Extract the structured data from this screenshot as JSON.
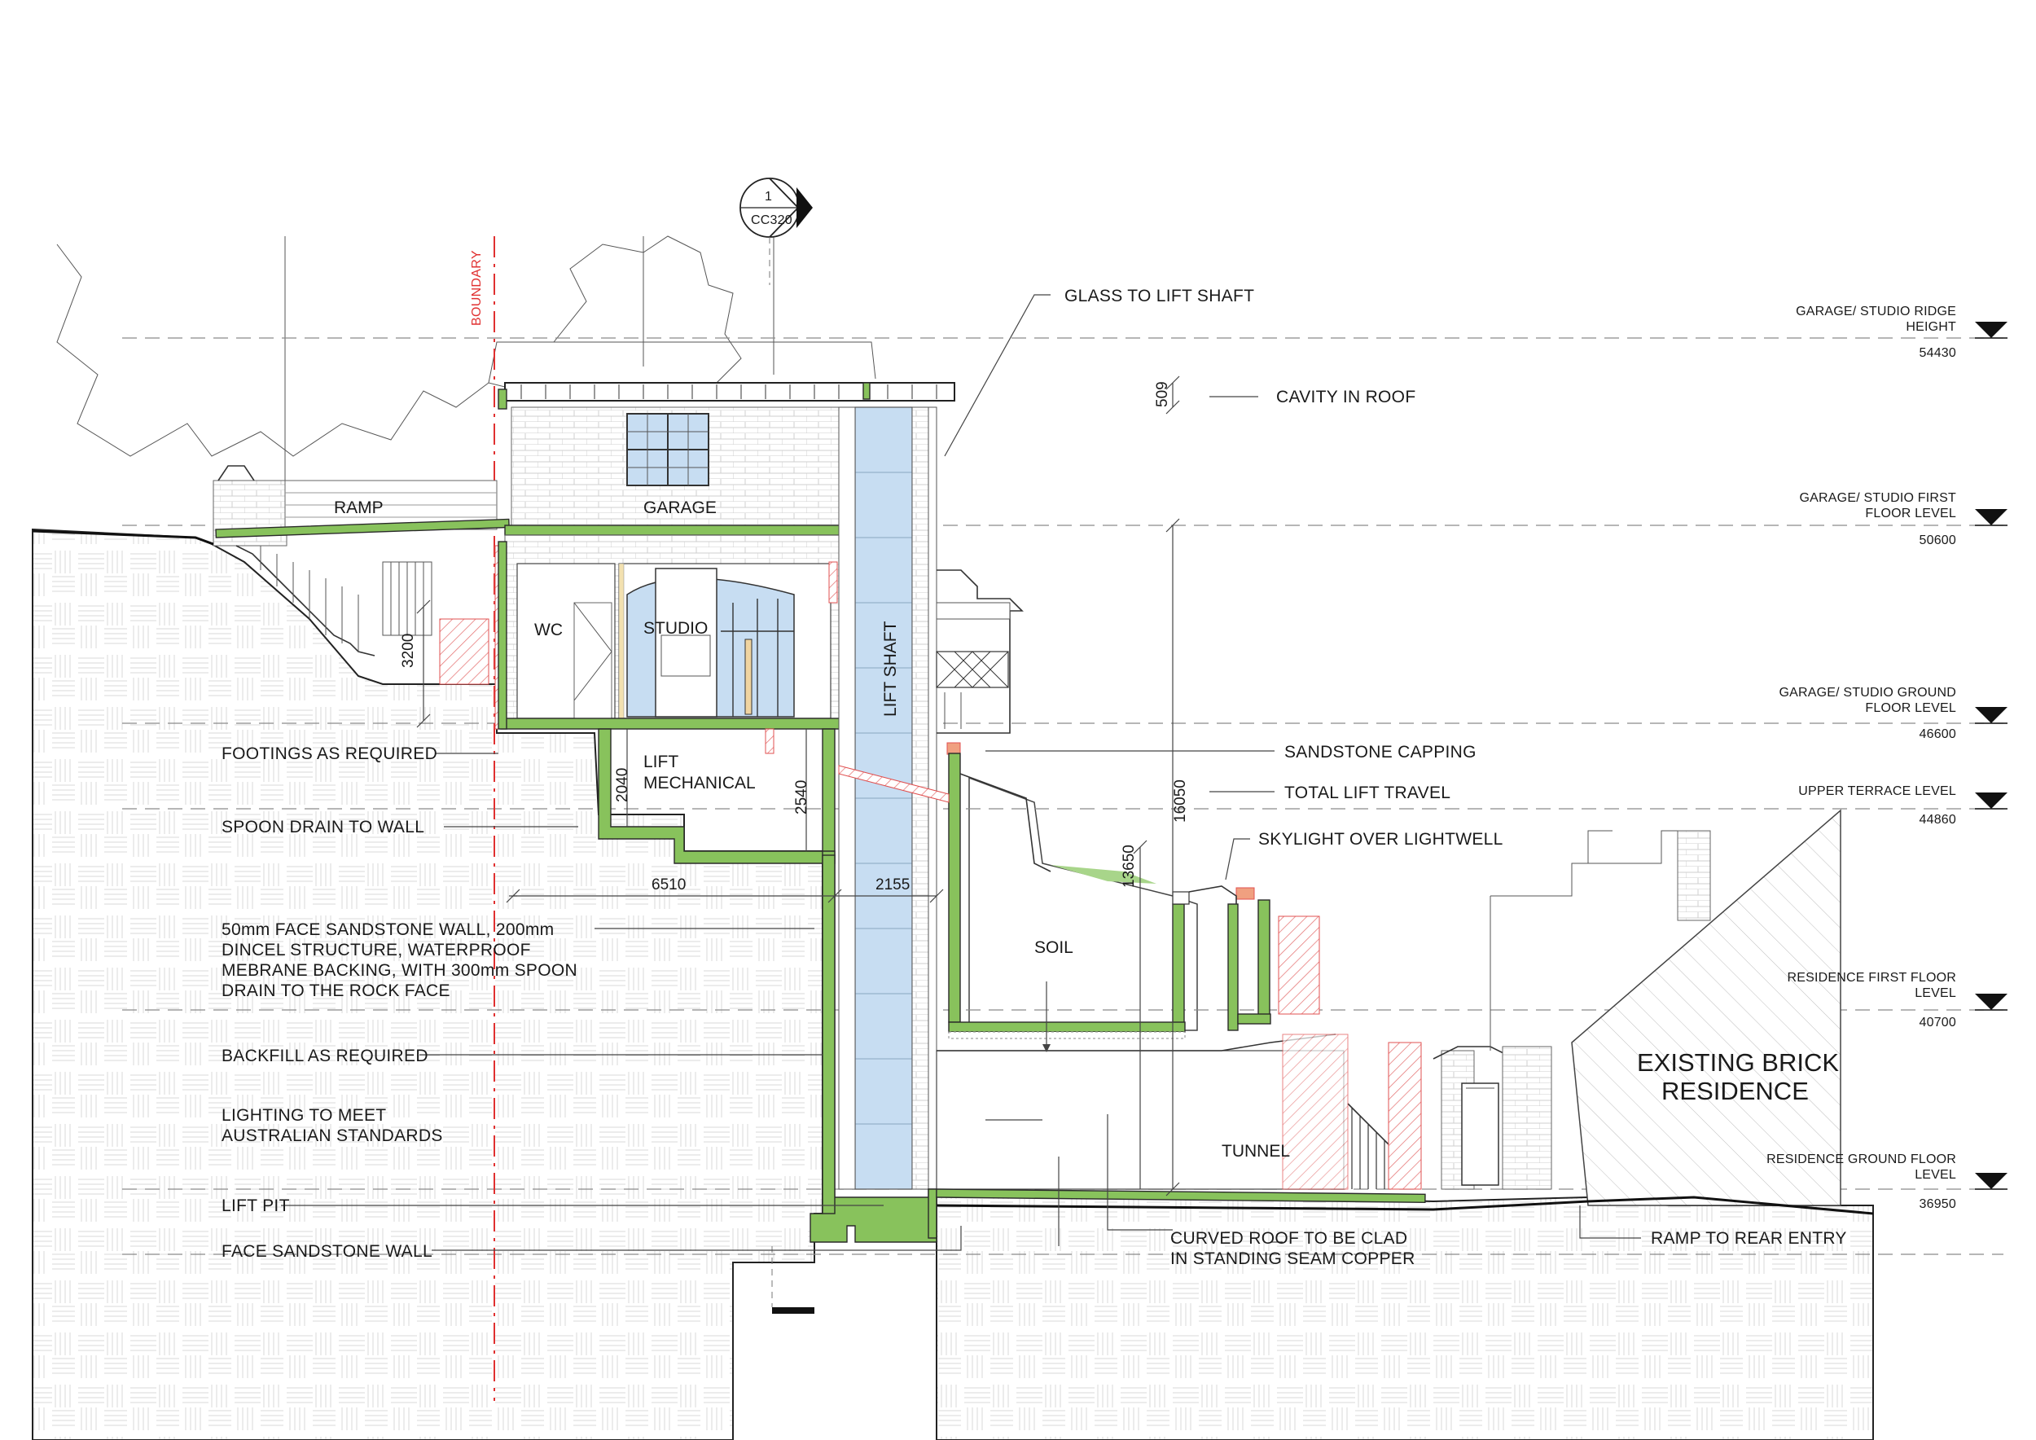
{
  "section_marker": {
    "number": "1",
    "sheet": "CC320"
  },
  "boundary": "BOUNDARY",
  "rooms": {
    "ramp": "RAMP",
    "garage": "GARAGE",
    "wc": "WC",
    "studio": "STUDIO",
    "lift_shaft": "LIFT SHAFT",
    "lift_mechanical_1": "LIFT",
    "lift_mechanical_2": "MECHANICAL",
    "soil": "SOIL",
    "tunnel": "TUNNEL",
    "existing_1": "EXISTING BRICK",
    "existing_2": "RESIDENCE"
  },
  "dimensions": {
    "d3200": "3200",
    "d2040": "2040",
    "d2540": "2540",
    "d6510": "6510",
    "d2155": "2155",
    "d13650": "13650",
    "d16050": "16050",
    "d509": "509"
  },
  "annotations_left": {
    "footings": "FOOTINGS AS REQUIRED",
    "spoon_drain": "SPOON DRAIN TO WALL",
    "sandstone_wall_1": "50mm FACE SANDSTONE WALL, 200mm",
    "sandstone_wall_2": "DINCEL STRUCTURE, WATERPROOF",
    "sandstone_wall_3": "MEBRANE BACKING, WITH 300mm SPOON",
    "sandstone_wall_4": "DRAIN TO THE ROCK FACE",
    "backfill": "BACKFILL AS REQUIRED",
    "lighting_1": "LIGHTING TO MEET",
    "lighting_2": "AUSTRALIAN STANDARDS",
    "lift_pit": "LIFT PIT",
    "face_sandstone": "FACE SANDSTONE WALL"
  },
  "annotations_right": {
    "glass": "GLASS TO LIFT SHAFT",
    "cavity": "CAVITY IN ROOF",
    "capping": "SANDSTONE CAPPING",
    "lift_travel": "TOTAL LIFT TRAVEL",
    "skylight": "SKYLIGHT OVER LIGHTWELL",
    "curved_roof_1": "CURVED ROOF TO BE CLAD",
    "curved_roof_2": "IN STANDING SEAM COPPER",
    "ramp_rear": "RAMP TO REAR ENTRY"
  },
  "levels": [
    {
      "line1": "GARAGE/ STUDIO RIDGE",
      "line2": "HEIGHT",
      "value": "54430"
    },
    {
      "line1": "GARAGE/ STUDIO FIRST",
      "line2": "FLOOR LEVEL",
      "value": "50600"
    },
    {
      "line1": "GARAGE/ STUDIO GROUND",
      "line2": "FLOOR LEVEL",
      "value": "46600"
    },
    {
      "line1": "UPPER TERRACE LEVEL",
      "line2": "",
      "value": "44860"
    },
    {
      "line1": "RESIDENCE FIRST FLOOR",
      "line2": "LEVEL",
      "value": "40700"
    },
    {
      "line1": "RESIDENCE GROUND FLOOR",
      "line2": "LEVEL",
      "value": "36950"
    }
  ],
  "colors": {
    "structure": "#88c25c",
    "glass": "#c7ddf2",
    "boundary": "#e03030"
  }
}
